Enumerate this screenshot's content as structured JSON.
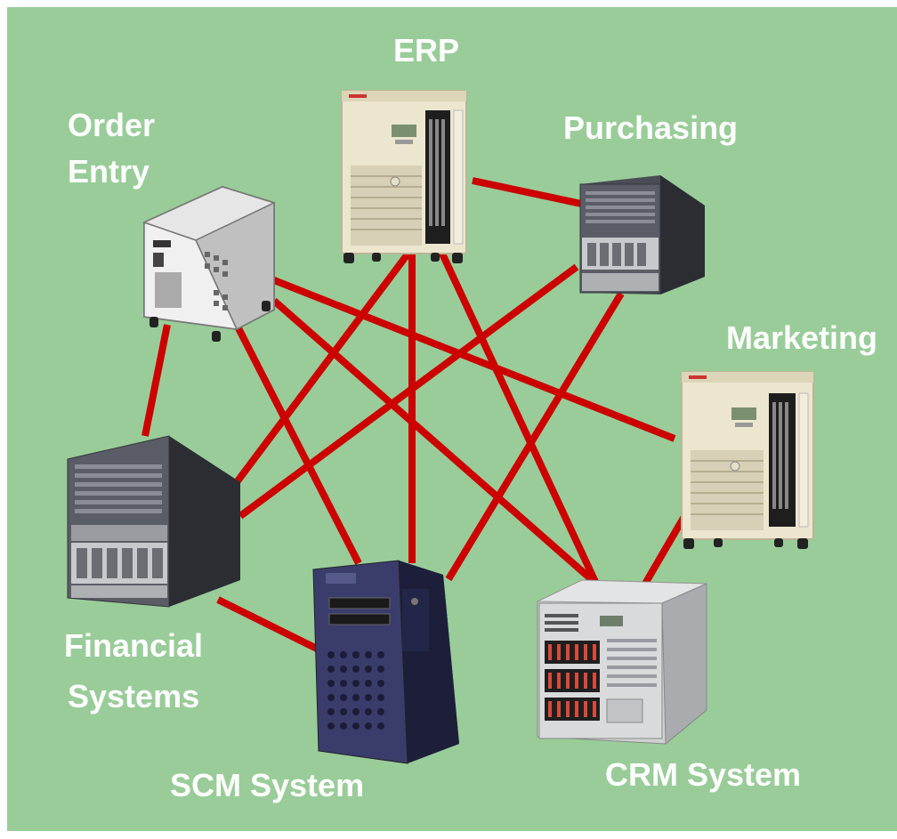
{
  "nodes": {
    "erp": {
      "label": "ERP"
    },
    "order_entry": {
      "label_line1": "Order",
      "label_line2": "Entry"
    },
    "purchasing": {
      "label": "Purchasing"
    },
    "marketing": {
      "label": "Marketing"
    },
    "financial": {
      "label_line1": "Financial",
      "label_line2": "Systems"
    },
    "scm": {
      "label": "SCM System"
    },
    "crm": {
      "label": "CRM System"
    }
  },
  "colors": {
    "background": "#99cc99",
    "link": "#cc0000",
    "label": "#ffffff"
  },
  "icons": {
    "erp": "tower-server-icon",
    "order_entry": "cube-server-icon",
    "purchasing": "rack-server-icon",
    "marketing": "tower-server-icon",
    "financial": "rack-server-icon",
    "scm": "tower-server-icon",
    "crm": "rack-server-icon"
  }
}
